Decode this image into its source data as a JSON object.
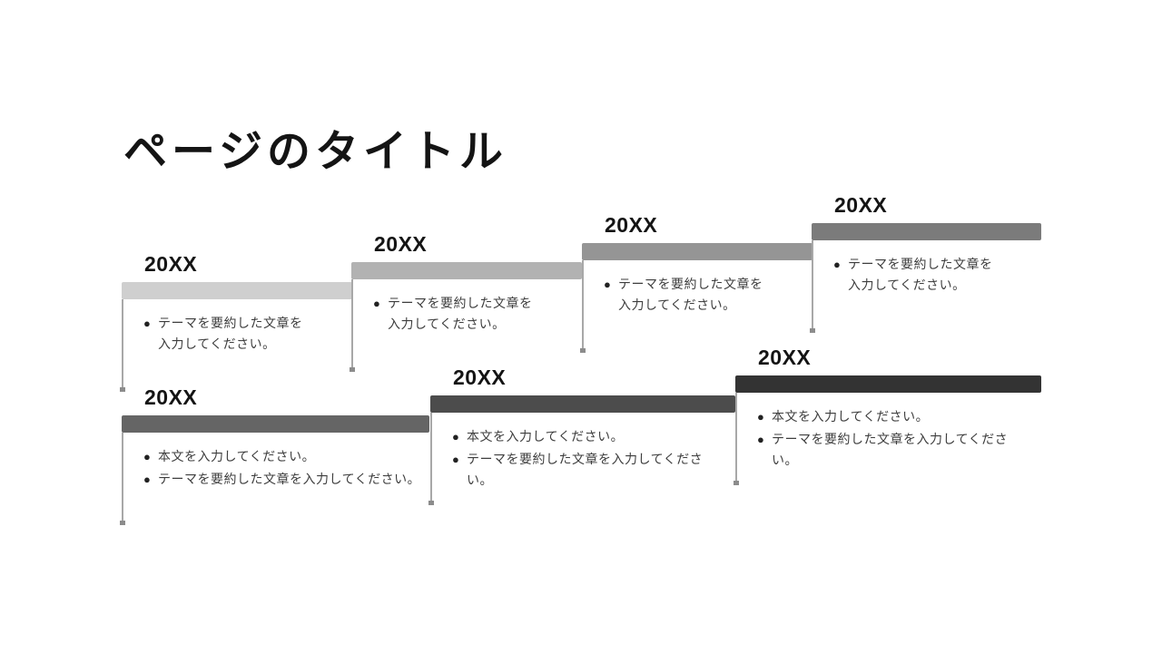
{
  "slide": {
    "title": "ページのタイトル",
    "background": "#ffffff"
  },
  "ui": {
    "bullet_glyph": "●"
  },
  "colors": {
    "title_text": "#141414",
    "year_text": "#141414",
    "bullet_text": "#3d3d3d",
    "connector_line": "#9a9a9a",
    "bar_scale": [
      "#cfcfcf",
      "#b2b2b2",
      "#959595",
      "#7b7b7b",
      "#656565",
      "#4c4c4c",
      "#333333"
    ]
  },
  "cards": [
    {
      "year": "20XX",
      "bar_color": "#cfcfcf",
      "bullets": [
        {
          "lines": [
            "テーマを要約した文章を",
            "入力してください。"
          ]
        }
      ]
    },
    {
      "year": "20XX",
      "bar_color": "#b2b2b2",
      "bullets": [
        {
          "lines": [
            "テーマを要約した文章を",
            "入力してください。"
          ]
        }
      ]
    },
    {
      "year": "20XX",
      "bar_color": "#959595",
      "bullets": [
        {
          "lines": [
            "テーマを要約した文章を",
            "入力してください。"
          ]
        }
      ]
    },
    {
      "year": "20XX",
      "bar_color": "#7b7b7b",
      "bullets": [
        {
          "lines": [
            "テーマを要約した文章を",
            "入力してください。"
          ]
        }
      ]
    },
    {
      "year": "20XX",
      "bar_color": "#656565",
      "bullets": [
        {
          "lines": [
            "本文を入力してください。"
          ]
        },
        {
          "lines": [
            "テーマを要約した文章を入力してください。"
          ]
        }
      ]
    },
    {
      "year": "20XX",
      "bar_color": "#4c4c4c",
      "bullets": [
        {
          "lines": [
            "本文を入力してください。"
          ]
        },
        {
          "lines": [
            "テーマを要約した文章を入力してください。"
          ]
        }
      ]
    },
    {
      "year": "20XX",
      "bar_color": "#333333",
      "bullets": [
        {
          "lines": [
            "本文を入力してください。"
          ]
        },
        {
          "lines": [
            "テーマを要約した文章を入力してください。"
          ]
        }
      ]
    }
  ]
}
